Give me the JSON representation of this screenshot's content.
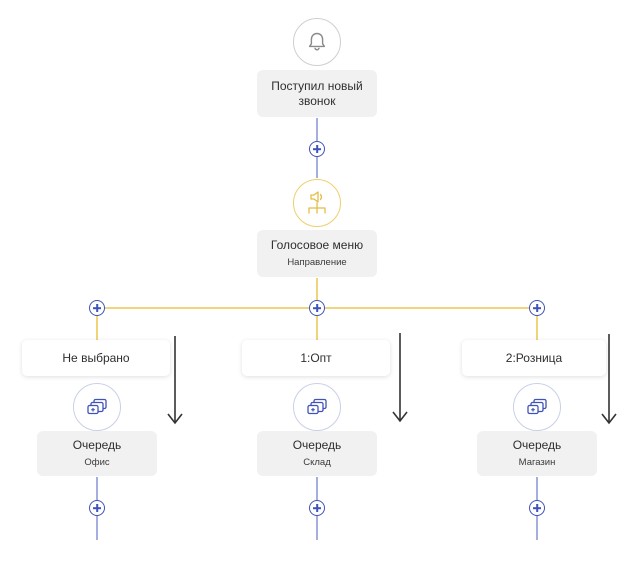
{
  "start": {
    "icon": "bell-icon",
    "title": "Поступил новый звонок"
  },
  "voice_menu": {
    "icon": "speaker-fork-icon",
    "title": "Голосовое меню",
    "subtitle": "Направление"
  },
  "branches": [
    {
      "label": "Не выбрано",
      "queue_icon": "queue-cards-icon",
      "queue_title": "Очередь",
      "queue_subtitle": "Офис"
    },
    {
      "label": "1:Опт",
      "queue_icon": "queue-cards-icon",
      "queue_title": "Очередь",
      "queue_subtitle": "Склад"
    },
    {
      "label": "2:Розница",
      "queue_icon": "queue-cards-icon",
      "queue_title": "Очередь",
      "queue_subtitle": "Магазин"
    }
  ],
  "add_button_icon": "plus-circle-icon",
  "colors": {
    "connector_blue": "#8e9ad8",
    "connector_yellow": "#efcf6a",
    "plus_blue": "#3f53b8",
    "card_bg": "#f1f1f1"
  }
}
